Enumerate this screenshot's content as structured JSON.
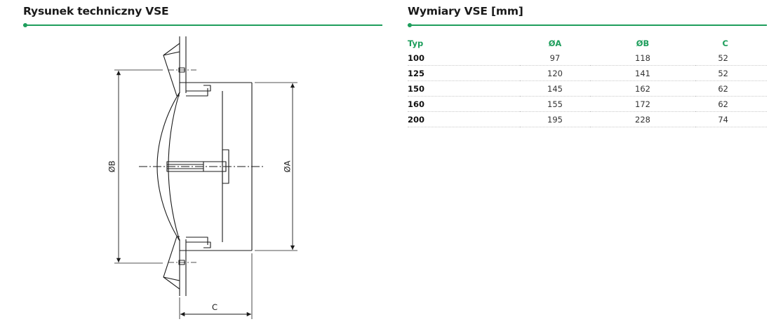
{
  "colors": {
    "accent": "#1e9e5c",
    "text": "#1a1a1a",
    "row_rule": "#c9c9c9"
  },
  "drawing": {
    "title": "Rysunek techniczny VSE",
    "label_b": "ØB",
    "label_a": "ØA",
    "label_c": "C"
  },
  "dimensions": {
    "title": "Wymiary VSE [mm]",
    "headers": [
      "Typ",
      "ØA",
      "ØB",
      "C"
    ],
    "rows": [
      [
        "100",
        "97",
        "118",
        "52"
      ],
      [
        "125",
        "120",
        "141",
        "52"
      ],
      [
        "150",
        "145",
        "162",
        "62"
      ],
      [
        "160",
        "155",
        "172",
        "62"
      ],
      [
        "200",
        "195",
        "228",
        "74"
      ]
    ]
  }
}
